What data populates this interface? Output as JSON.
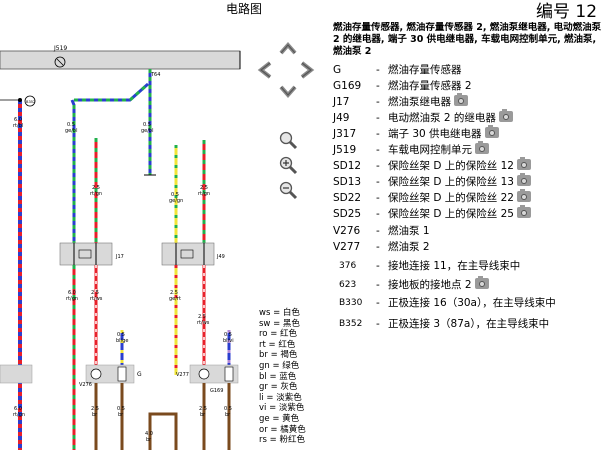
{
  "header": {
    "title": "电路图",
    "code": "编号 12",
    "heading": "燃油存量传感器, 燃油存量传感器 2, 燃油泵继电器, 电动燃油泵 2 的继电器, 端子 30 供电继电器, 车载电网控制单元, 燃油泵, 燃油泵 2"
  },
  "legend": [
    {
      "code": "G",
      "dash": "-",
      "desc": "燃油存量传感器",
      "camera": false
    },
    {
      "code": "G169",
      "dash": "-",
      "desc": "燃油存量传感器 2",
      "camera": false
    },
    {
      "code": "J17",
      "dash": "-",
      "desc": "燃油泵继电器",
      "camera": true
    },
    {
      "code": "J49",
      "dash": "-",
      "desc": "电动燃油泵 2 的继电器",
      "camera": true
    },
    {
      "code": "J317",
      "dash": "-",
      "desc": "端子 30 供电继电器",
      "camera": true
    },
    {
      "code": "J519",
      "dash": "-",
      "desc": "车载电网控制单元",
      "camera": true
    },
    {
      "code": "SD12",
      "dash": "-",
      "desc": "保险丝架 D 上的保险丝 12",
      "camera": true
    },
    {
      "code": "SD13",
      "dash": "-",
      "desc": "保险丝架 D 上的保险丝 13",
      "camera": true
    },
    {
      "code": "SD22",
      "dash": "-",
      "desc": "保险丝架 D 上的保险丝 22",
      "camera": true
    },
    {
      "code": "SD25",
      "dash": "-",
      "desc": "保险丝架 D 上的保险丝 25",
      "camera": true
    },
    {
      "code": "V276",
      "dash": "-",
      "desc": "燃油泵 1",
      "camera": false
    },
    {
      "code": "V277",
      "dash": "-",
      "desc": "燃油泵 2",
      "camera": false
    },
    {
      "code": "376",
      "dash": "-",
      "desc": "接地连接 11，在主导线束中",
      "camera": false
    },
    {
      "code": "623",
      "dash": "-",
      "desc": "接地板的接地点 2",
      "camera": true
    },
    {
      "code": "B330",
      "dash": "-",
      "desc": "正极连接 16（30a），在主导线束中",
      "camera": false
    },
    {
      "code": "B352",
      "dash": "-",
      "desc": "正极连接 3（87a），在主导线束中",
      "camera": false
    }
  ],
  "wire_colors": [
    "ws = 白色",
    "sw = 黑色",
    "ro = 红色",
    "rt = 红色",
    "br = 褐色",
    "gn = 绿色",
    "bl = 蓝色",
    "gr = 灰色",
    "li = 淡紫色",
    "vi = 淡紫色",
    "ge = 黄色",
    "or = 橘黄色",
    "rs = 粉红色"
  ],
  "diagram_labels": {
    "j519": "J519",
    "t64": "T64",
    "node_b352": "B352",
    "wire1_cs": "6.0",
    "wire1_col": "rt/bl",
    "wire2_cs": "0.5",
    "wire2_col": "ge/bl",
    "wire3_cs": "0.5",
    "wire3_col": "ge/bl",
    "wire4_cs": "2.5",
    "wire4_col": "rt/gn",
    "wire5_cs": "0.5",
    "wire5_col": "ge/gn",
    "wire6_cs": "2.5",
    "wire6_col": "rt/gn",
    "j17": "J17",
    "j49": "J49",
    "wire7_cs": "6.0",
    "wire7_col": "rt/gn",
    "wire8_cs": "2.5",
    "wire8_col": "rt/ws",
    "wire9_cs": "2.5",
    "wire9_col": "ge/rt",
    "wire10_cs": "2.5",
    "wire10_col": "rt/ws",
    "wire11_cs": "0.5",
    "wire11_col": "bl/ge",
    "wire12_cs": "0.5",
    "wire12_col": "bl/vi",
    "v276": "V276",
    "g": "G",
    "v277": "V277",
    "g169": "G169",
    "wire13_cs": "6.0",
    "wire13_col": "rt/gn",
    "wire14_cs": "2.5",
    "wire14_col": "br",
    "wire15_cs": "0.5",
    "wire15_col": "br",
    "wire16_cs": "2.5",
    "wire16_col": "br",
    "wire17_cs": "0.5",
    "wire17_col": "br",
    "wire18_cs": "4.0",
    "wire18_col": "br"
  }
}
